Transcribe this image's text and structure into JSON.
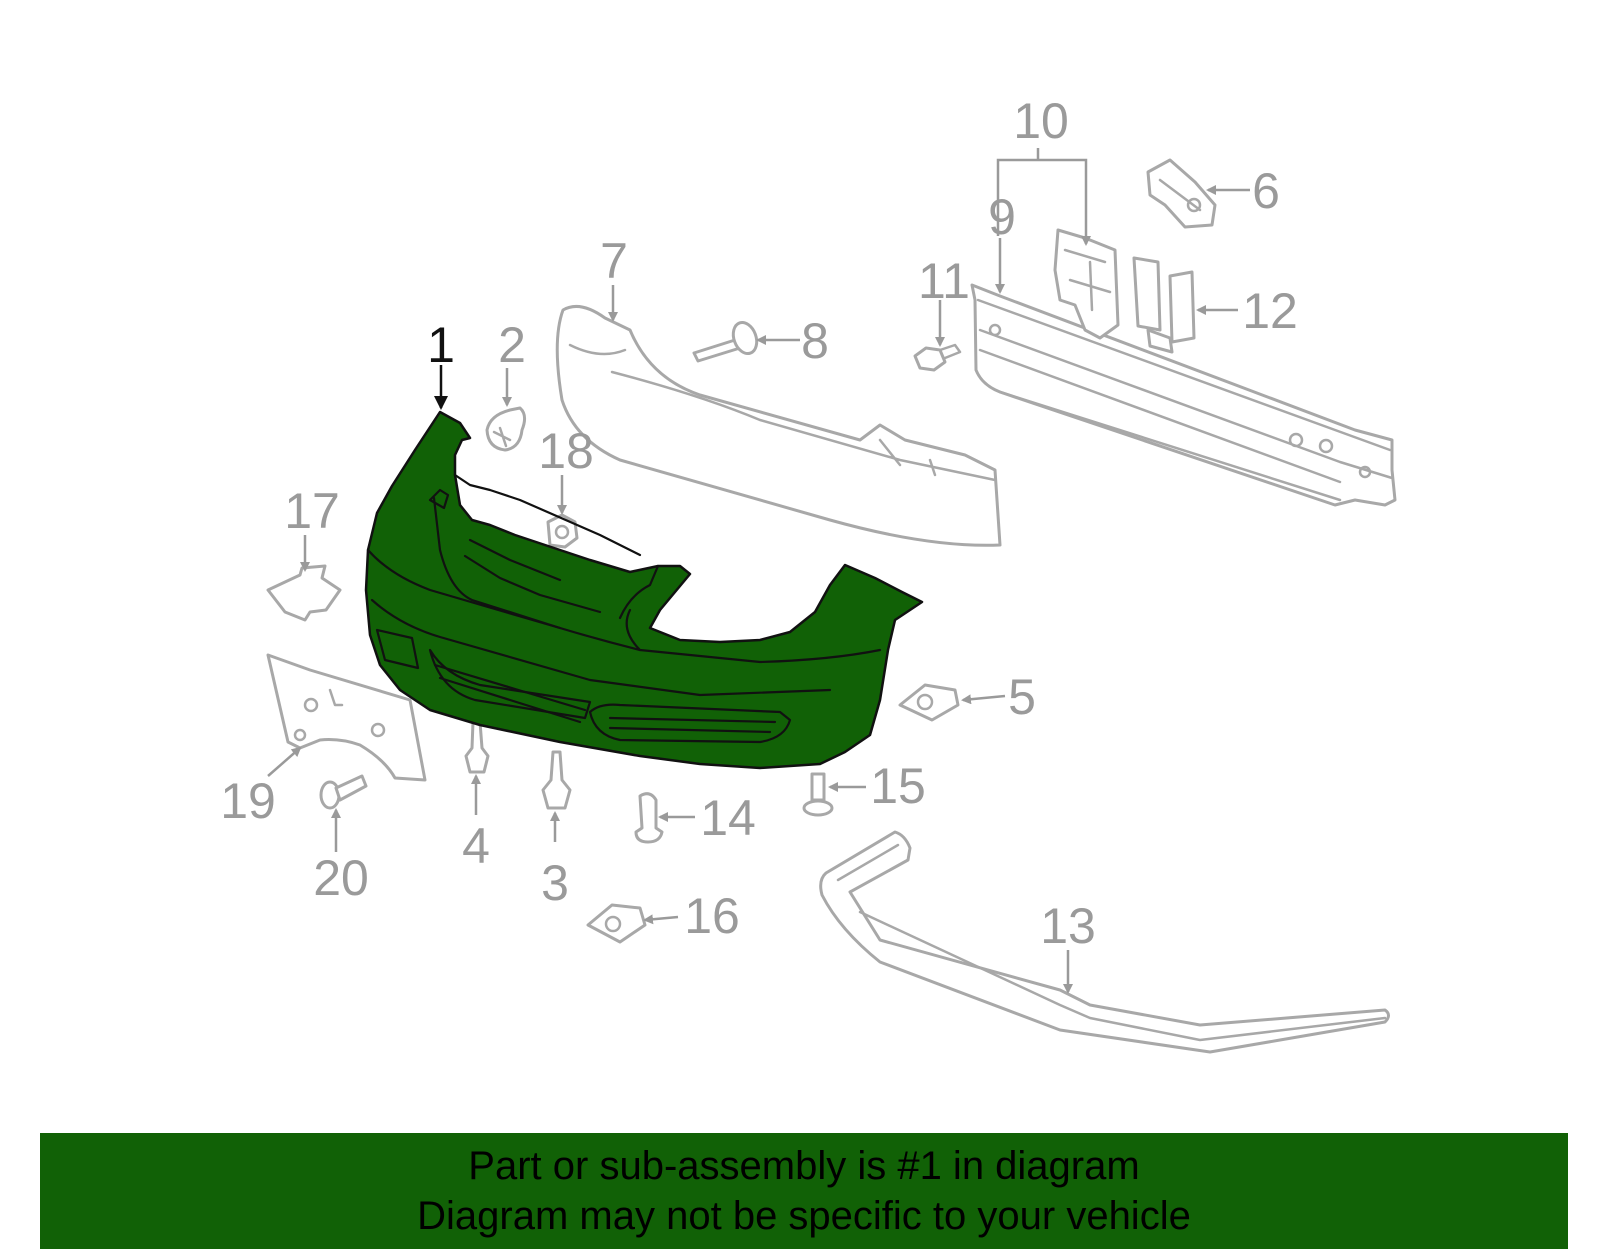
{
  "diagram": {
    "highlight_color": "#116106",
    "highlighted_callout": "1",
    "callouts": {
      "c1": "1",
      "c2": "2",
      "c3": "3",
      "c4": "4",
      "c5": "5",
      "c6": "6",
      "c7": "7",
      "c8": "8",
      "c9": "9",
      "c10": "10",
      "c11": "11",
      "c12": "12",
      "c13": "13",
      "c14": "14",
      "c15": "15",
      "c16": "16",
      "c17": "17",
      "c18": "18",
      "c19": "19",
      "c20": "20"
    }
  },
  "banner": {
    "background": "#116106",
    "line1": "Part or sub-assembly is #1 in diagram",
    "line2": "Diagram may not be specific to your vehicle"
  }
}
